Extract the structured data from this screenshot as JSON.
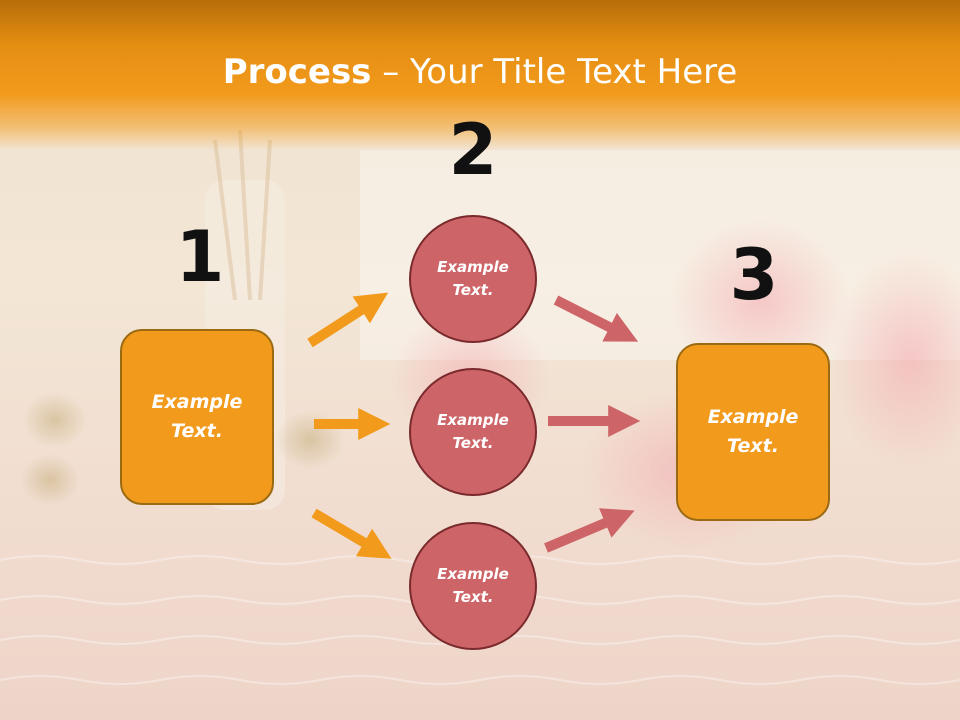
{
  "title": {
    "bold": "Process",
    "rest": " – Your Title Text Here"
  },
  "steps": {
    "step1_number": "1",
    "step2_number": "2",
    "step3_number": "3"
  },
  "nodes": {
    "box_left": "Example\nText.",
    "circle_top": "Example\nText.",
    "circle_middle": "Example\nText.",
    "circle_bottom": "Example\nText.",
    "box_right": "Example\nText."
  },
  "colors": {
    "banner": "#f29a1c",
    "box_fill": "#f29a1c",
    "circle_fill": "#cd6568",
    "arrow_left": "#f29a1c",
    "arrow_right": "#cd6568"
  }
}
